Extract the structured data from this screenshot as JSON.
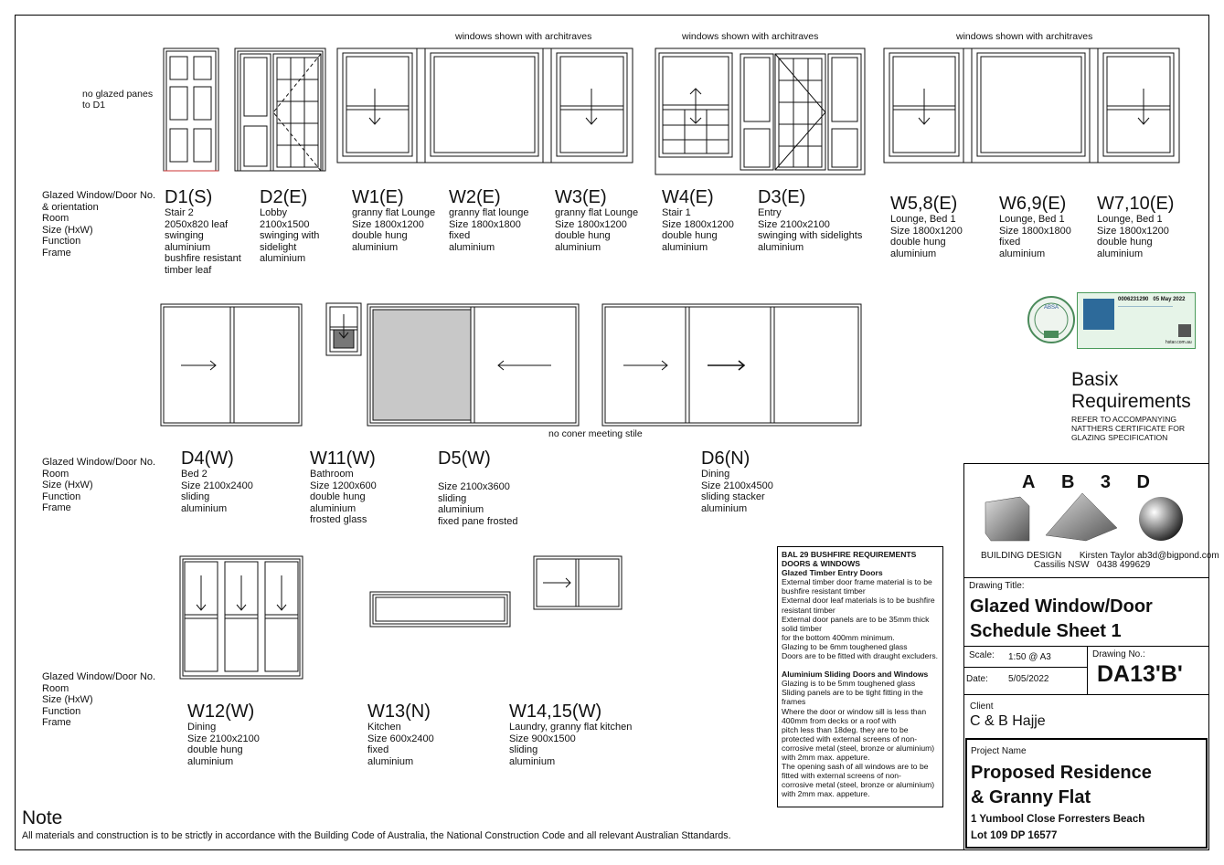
{
  "headers": {
    "architraves_1": "windows shown with architraves",
    "architraves_2": "windows shown with architraves",
    "architraves_3": "windows shown with architraves",
    "no_glazed": [
      "no glazed panes",
      "to D1"
    ],
    "no_coner": "no coner meeting stile"
  },
  "legends": {
    "row1": [
      "Glazed Window/Door No.",
      "& orientation",
      "Room",
      "Size (HxW)",
      "Function",
      "Frame"
    ],
    "row2": [
      "Glazed Window/Door No.",
      "Room",
      "Size (HxW)",
      "Function",
      "Frame"
    ],
    "row3": [
      "Glazed Window/Door No.",
      "Room",
      "Size (HxW)",
      "Function",
      "Frame"
    ]
  },
  "row1_items": [
    {
      "code": "D1(S)",
      "lines": [
        "Stair 2",
        "2050x820 leaf",
        "swinging",
        "aluminium",
        "bushfire resistant",
        "timber leaf"
      ]
    },
    {
      "code": "D2(E)",
      "lines": [
        "Lobby",
        "2100x1500",
        "swinging with",
        "sidelight",
        "aluminium"
      ]
    },
    {
      "code": "W1(E)",
      "lines": [
        "granny flat Lounge",
        "Size 1800x1200",
        "double hung",
        "aluminium"
      ]
    },
    {
      "code": "W2(E)",
      "lines": [
        "granny flat lounge",
        "Size 1800x1800",
        "fixed",
        "aluminium"
      ]
    },
    {
      "code": "W3(E)",
      "lines": [
        "granny flat Lounge",
        "Size 1800x1200",
        "double hung",
        "aluminium"
      ]
    },
    {
      "code": "W4(E)",
      "lines": [
        "Stair 1",
        "Size 1800x1200",
        "double hung",
        "aluminium"
      ]
    },
    {
      "code": "D3(E)",
      "lines": [
        "Entry",
        "Size 2100x2100",
        "swinging with sidelights",
        "aluminium"
      ]
    },
    {
      "code": "W5,8(E)",
      "lines": [
        "Lounge, Bed 1",
        "Size 1800x1200",
        "double hung",
        "aluminium"
      ]
    },
    {
      "code": "W6,9(E)",
      "lines": [
        "Lounge, Bed 1",
        "Size 1800x1800",
        "fixed",
        "aluminium"
      ]
    },
    {
      "code": "W7,10(E)",
      "lines": [
        "Lounge, Bed 1",
        "Size 1800x1200",
        "double hung",
        "aluminium"
      ]
    }
  ],
  "row2_items": [
    {
      "code": "D4(W)",
      "lines": [
        "Bed 2",
        "Size 2100x2400",
        "sliding",
        "aluminium"
      ]
    },
    {
      "code": "W11(W)",
      "lines": [
        "Bathroom",
        "Size 1200x600",
        "double hung",
        "aluminium",
        "frosted glass"
      ]
    },
    {
      "code": "D5(W)",
      "lines": [
        "Size 2100x3600",
        "sliding",
        "aluminium",
        "fixed pane frosted"
      ]
    },
    {
      "code": "D6(N)",
      "lines": [
        "Dining",
        "Size 2100x4500",
        "sliding stacker",
        "aluminium"
      ]
    }
  ],
  "row3_items": [
    {
      "code": "W12(W)",
      "lines": [
        "Dining",
        "Size 2100x2100",
        "double hung",
        "aluminium"
      ]
    },
    {
      "code": "W13(N)",
      "lines": [
        "Kitchen",
        "Size 600x2400",
        "fixed",
        "aluminium"
      ]
    },
    {
      "code": "W14,15(W)",
      "lines": [
        "Laundry, granny flat kitchen",
        "Size 900x1500",
        "sliding",
        "aluminium"
      ]
    }
  ],
  "bal": {
    "title1": "BAL 29 BUSHFIRE REQUIREMENTS",
    "title2": "DOORS & WINDOWS",
    "sub1": "Glazed Timber Entry Doors",
    "lines1": [
      "External timber door frame material is to be",
      "bushfire resistant timber",
      "External door leaf materials is to be bushfire",
      "resistant timber",
      "External door panels are to be 35mm thick",
      "solid timber",
      "for the bottom 400mm minimum.",
      "Glazing to be 6mm toughened glass",
      "Doors are to be fitted with draught excluders."
    ],
    "sub2": "Aluminium Sliding Doors and Windows",
    "lines2": [
      "Glazing is to be 5mm toughened glass",
      "Sliding panels are to be tight fitting in the",
      "frames",
      "Where the door or window sill is less than",
      "400mm from decks or a roof with",
      "pitch less than 18deg. they are to be",
      "protected with external screens of non-",
      "corrosive metal (steel, bronze or aluminium)",
      "with 2mm max. appeture.",
      "The opening sash of all windows are to be",
      "fitted with external screens of non-",
      "corrosive metal (steel, bronze or aluminium)",
      "with 2mm max. appeture."
    ]
  },
  "basix": {
    "title1": "Basix",
    "title2": "Requirements",
    "lines": [
      "REFER TO ACCOMPANYING",
      "NATTHERS CERTIFICATE FOR",
      "GLAZING SPECIFICATION"
    ],
    "cert_number": "0006231290",
    "cert_date": "05 May 2022",
    "cert_site": "hstar.com.au"
  },
  "title_block": {
    "logo_letters": [
      "A",
      "B",
      "3",
      "D"
    ],
    "firm": "BUILDING DESIGN",
    "designer": "Kirsten Taylor ab3d@bigpond.com",
    "location": "Cassilis NSW",
    "phone": "0438 499629",
    "drawing_title_label": "Drawing Title:",
    "drawing_title": [
      "Glazed Window/Door",
      "Schedule Sheet 1"
    ],
    "scale_label": "Scale:",
    "scale": "1:50 @ A3",
    "date_label": "Date:",
    "date": "5/05/2022",
    "drawing_no_label": "Drawing No.:",
    "drawing_no": "DA13'B'",
    "client_label": "Client",
    "client": "C & B Hajje",
    "project_label": "Project Name",
    "project": [
      "Proposed Residence",
      "& Granny Flat"
    ],
    "address": "1 Yumbool Close Forresters Beach",
    "lot": "Lot 109 DP 16577"
  },
  "note": {
    "title": "Note",
    "text": "All materials and construction is to be strictly in accordance with the Building Code of Australia,  the National Construction Code and all relevant Australian Sttandards."
  },
  "colors": {
    "frosted": "#c8c8c8",
    "ink": "#111111"
  }
}
